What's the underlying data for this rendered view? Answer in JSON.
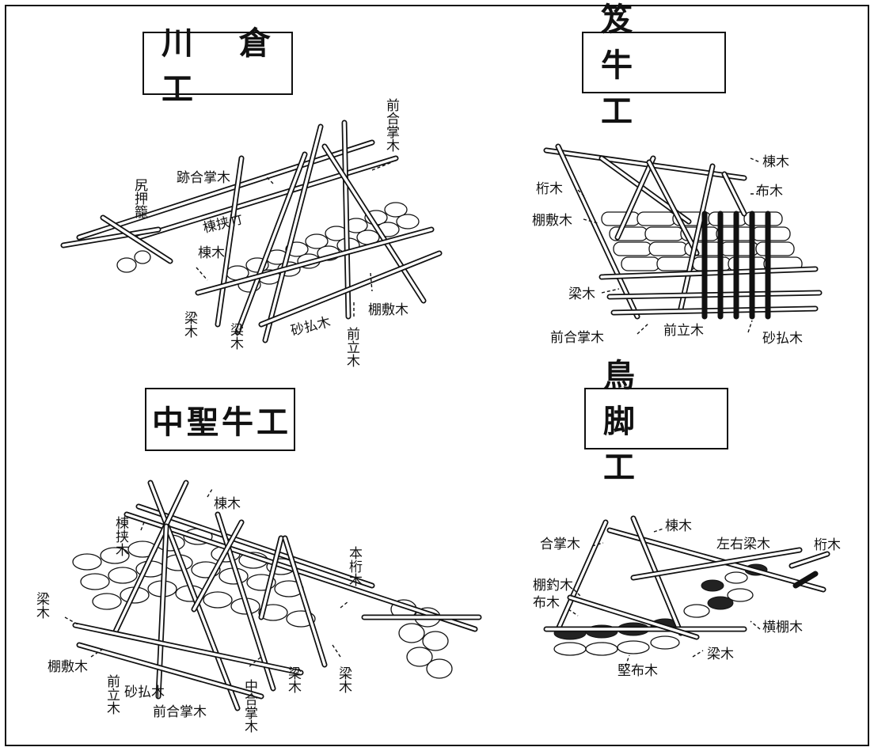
{
  "panels": {
    "kawakura": {
      "title": "川 倉 工",
      "labels": {
        "mae_gassho": "前合掌木",
        "ato_gassho": "跡合掌木",
        "shiri_oshi": "尻押籠",
        "munabasami_take": "棟挟竹",
        "munagi": "棟木",
        "hariki_left": "梁木",
        "hariki_mid": "梁木",
        "suna_harai": "砂払木",
        "mae_tachi": "前立木",
        "tana_shiki": "棚敷木"
      }
    },
    "kagogyu": {
      "title": "笈 牛 工",
      "labels": {
        "munagi": "棟木",
        "ketagi": "桁木",
        "nunogi": "布木",
        "tana_shiki": "棚敷木",
        "hariki": "梁木",
        "mae_gassho": "前合掌木",
        "mae_tachi": "前立木",
        "suna_harai": "砂払木"
      }
    },
    "chuseigyu": {
      "title": "中聖牛工",
      "labels": {
        "munagi": "棟木",
        "munabasami": "棟挟木",
        "hon_keta": "本桁木",
        "hariki_left": "梁木",
        "tana_shiki": "棚敷木",
        "mae_tachi": "前立木",
        "suna_harai": "砂払木",
        "mae_gassho": "前合掌木",
        "naka_gassho": "中合掌木",
        "hariki_mid": "梁木",
        "hariki_right": "梁木"
      }
    },
    "torikyaku": {
      "title": "鳥 脚 工",
      "labels": {
        "munagi": "棟木",
        "gassho": "合掌木",
        "sayu_hari": "左右梁木",
        "ketagi": "桁木",
        "tana_tsuri": "棚釣木",
        "nunogi": "布木",
        "yoko_tana": "横棚木",
        "hariki": "梁木",
        "tate_nuno": "堅布木"
      }
    }
  }
}
